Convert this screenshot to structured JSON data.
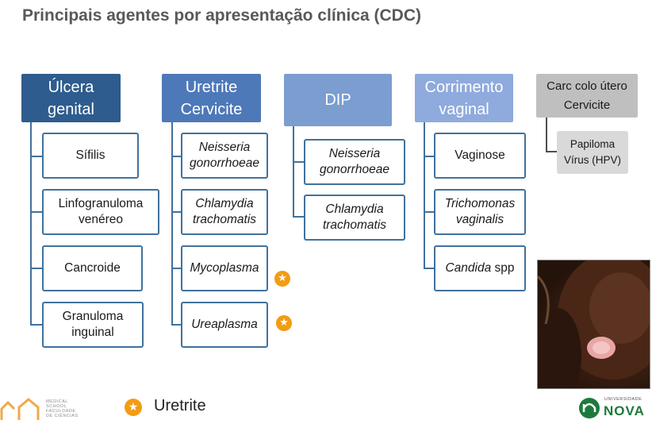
{
  "title": "Principais agentes por apresentação clínica (CDC)",
  "columns": [
    {
      "header": [
        "Úlcera",
        "genital"
      ],
      "items": [
        "Sífilis",
        "Linfogranuloma venéreo",
        "Cancroide",
        "Granuloma inguinal"
      ]
    },
    {
      "header": [
        "Uretrite",
        "Cervicite"
      ],
      "items": [
        "Neisseria gonorrhoeae",
        "Chlamydia trachomatis",
        "Mycoplasma",
        "Ureaplasma"
      ]
    },
    {
      "header": [
        "DIP"
      ],
      "items": [
        "Neisseria gonorrhoeae",
        "Chlamydia trachomatis"
      ]
    },
    {
      "header": [
        "Corrimento",
        "vaginal"
      ],
      "items": [
        "Vaginose",
        "Trichomonas vaginalis",
        "Candida",
        "spp"
      ]
    },
    {
      "header": [
        "Carc colo útero",
        "Cervicite"
      ],
      "items": [
        "Papiloma Vírus (HPV)"
      ]
    }
  ],
  "legend": {
    "label": "Uretrite",
    "star": "★"
  },
  "logo_left": {
    "line1": "MEDICAL",
    "line2": "SCHOOL",
    "line3": "FACULDADE",
    "line4": "DE CIÊNCIAS"
  },
  "logo_right": {
    "university": "UNIVERSIDADE",
    "name": "NOVA"
  },
  "colors": {
    "dark_blue": "#2e5c8e",
    "mid_blue": "#4e79b8",
    "light_blue": "#7b9dd0",
    "lighter_blue": "#8faadc",
    "gray": "#bfbfbf",
    "star": "#f39c12"
  }
}
